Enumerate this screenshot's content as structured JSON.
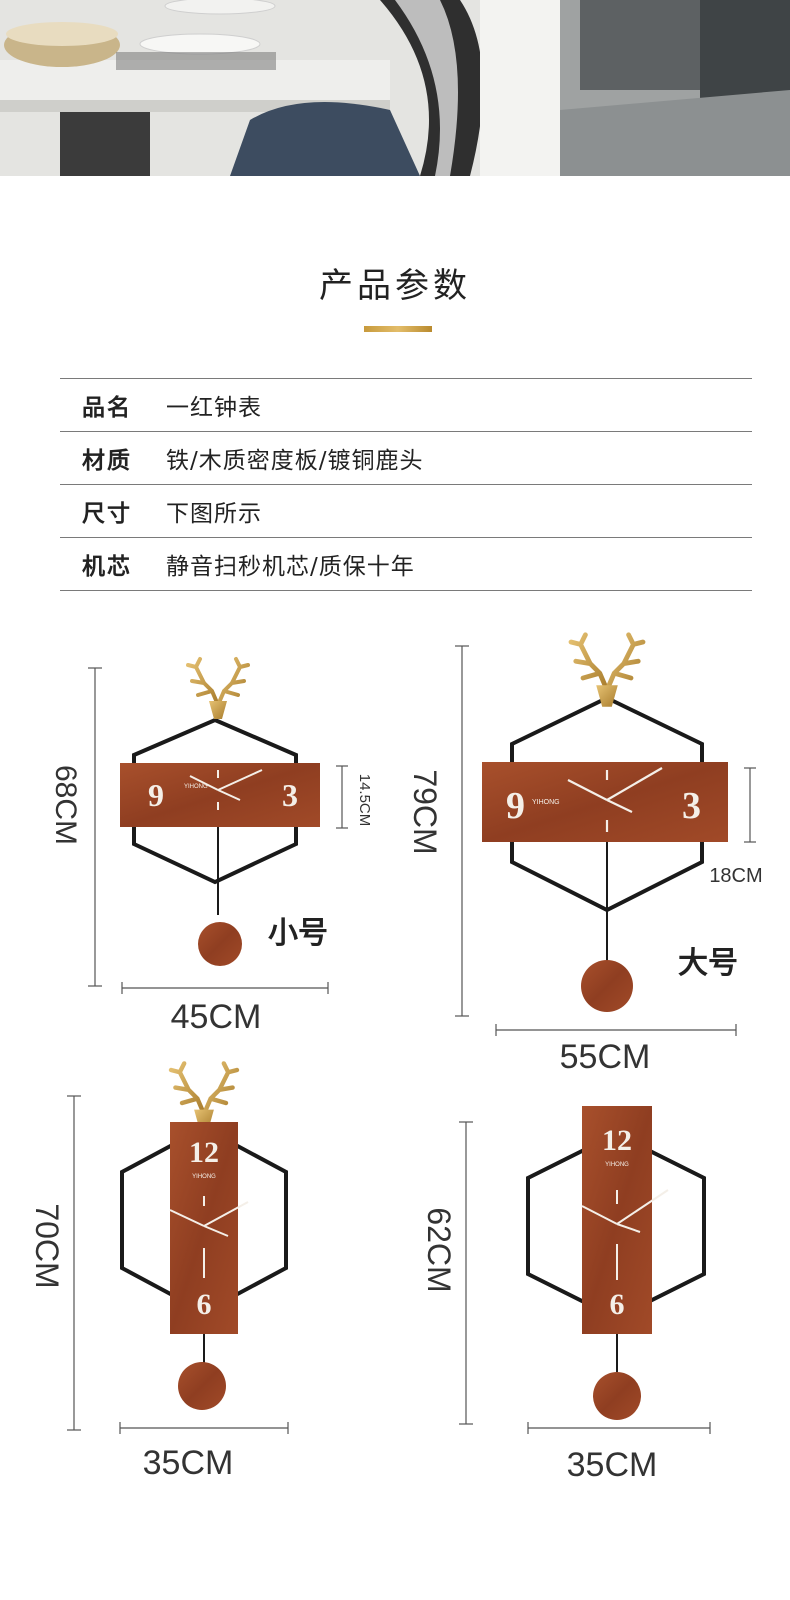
{
  "heading": "产品参数",
  "specs": [
    {
      "label": "品名",
      "value": "一红钟表"
    },
    {
      "label": "材质",
      "value": "铁/木质密度板/镀铜鹿头"
    },
    {
      "label": "尺寸",
      "value": "下图所示"
    },
    {
      "label": "机芯",
      "value": "静音扫秒机芯/质保十年"
    }
  ],
  "products": {
    "small": {
      "name": "小号",
      "height": "68CM",
      "width": "45CM",
      "panel": "14.5CM",
      "numerals": [
        "9",
        "3"
      ],
      "brand": "YIHONG"
    },
    "large": {
      "name": "大号",
      "height": "79CM",
      "width": "55CM",
      "panel": "18CM",
      "numerals": [
        "9",
        "3"
      ],
      "brand": "YIHONG"
    },
    "vertical_antler": {
      "height": "70CM",
      "width": "35CM",
      "numerals": [
        "12",
        "6"
      ],
      "brand": "YIHONG"
    },
    "vertical_plain": {
      "height": "62CM",
      "width": "35CM",
      "numerals": [
        "12",
        "6"
      ],
      "brand": "YIHONG"
    }
  },
  "colors": {
    "wood": "#9a4426",
    "wood_dark": "#6e2c16",
    "gold": "#c9a24a",
    "frame": "#1a1a1a"
  }
}
